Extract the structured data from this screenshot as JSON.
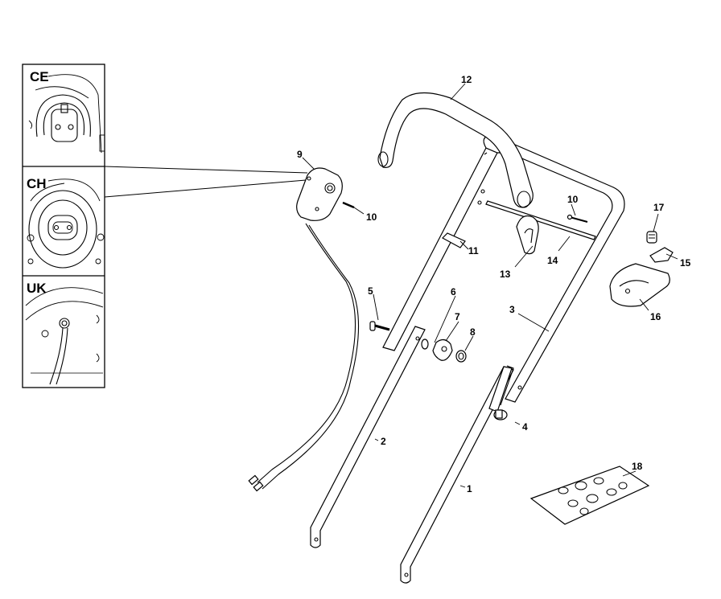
{
  "insets": [
    {
      "id": "ce",
      "label": "CE"
    },
    {
      "id": "ch",
      "label": "CH"
    },
    {
      "id": "uk",
      "label": "UK"
    }
  ],
  "callouts": [
    {
      "id": "c1",
      "label": "1"
    },
    {
      "id": "c2",
      "label": "2"
    },
    {
      "id": "c3",
      "label": "3"
    },
    {
      "id": "c4",
      "label": "4"
    },
    {
      "id": "c5",
      "label": "5"
    },
    {
      "id": "c6",
      "label": "6"
    },
    {
      "id": "c7",
      "label": "7"
    },
    {
      "id": "c8",
      "label": "8"
    },
    {
      "id": "c9",
      "label": "9"
    },
    {
      "id": "c10a",
      "label": "10"
    },
    {
      "id": "c10b",
      "label": "10"
    },
    {
      "id": "c11",
      "label": "11"
    },
    {
      "id": "c12",
      "label": "12"
    },
    {
      "id": "c13",
      "label": "13"
    },
    {
      "id": "c14",
      "label": "14"
    },
    {
      "id": "c15",
      "label": "15"
    },
    {
      "id": "c16",
      "label": "16"
    },
    {
      "id": "c17",
      "label": "17"
    },
    {
      "id": "c18",
      "label": "18"
    }
  ]
}
